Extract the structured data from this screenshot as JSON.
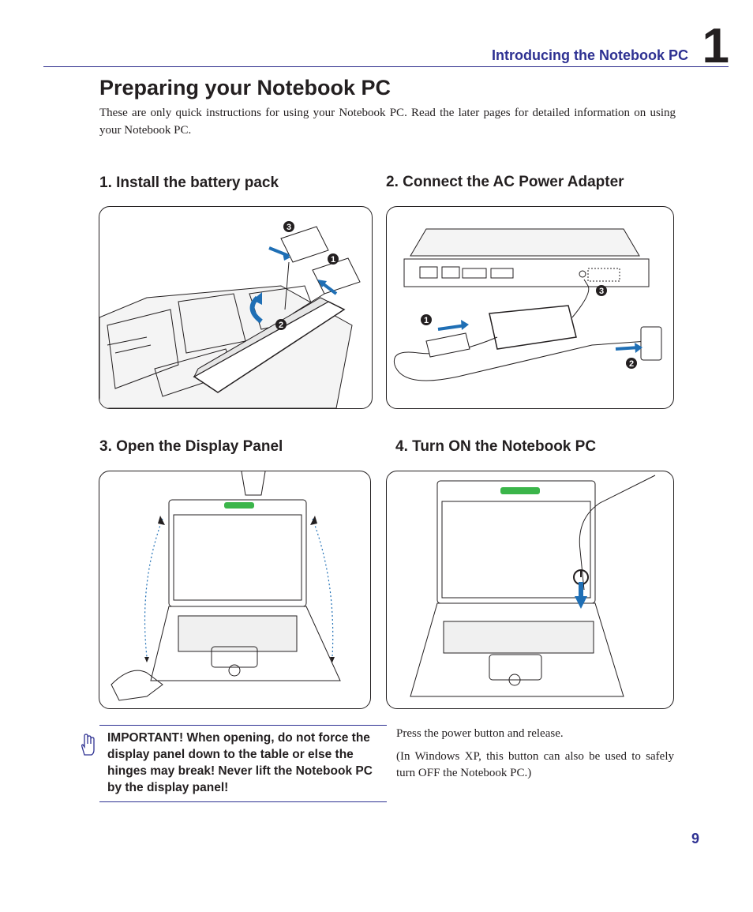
{
  "header": {
    "chapter_title": "Introducing the Notebook PC",
    "chapter_number": "1"
  },
  "page": {
    "title": "Preparing your Notebook PC",
    "intro": "These are only quick instructions for using your Notebook PC. Read the later pages for detailed information on using your Notebook PC.",
    "number": "9"
  },
  "steps": [
    {
      "title": "1. Install the battery pack"
    },
    {
      "title": "2. Connect the AC Power Adapter"
    },
    {
      "title": "3. Open the Display Panel"
    },
    {
      "title": "4. Turn ON the Notebook PC"
    }
  ],
  "callouts": {
    "one": "1",
    "two": "2",
    "three": "3"
  },
  "important": {
    "text": "IMPORTANT!  When opening, do not force the display panel down to the table or else the hinges may break! Never lift the Notebook PC by the display panel!",
    "icon": "hand-pointer-icon"
  },
  "power_instructions": {
    "line1": "Press the power button and release.",
    "line2": "(In Windows XP, this button can also be used to safely turn OFF the Notebook PC.)"
  },
  "colors": {
    "accent": "#2e3192",
    "arrow": "#1f6fb5",
    "power_button": "#3bb54a"
  }
}
